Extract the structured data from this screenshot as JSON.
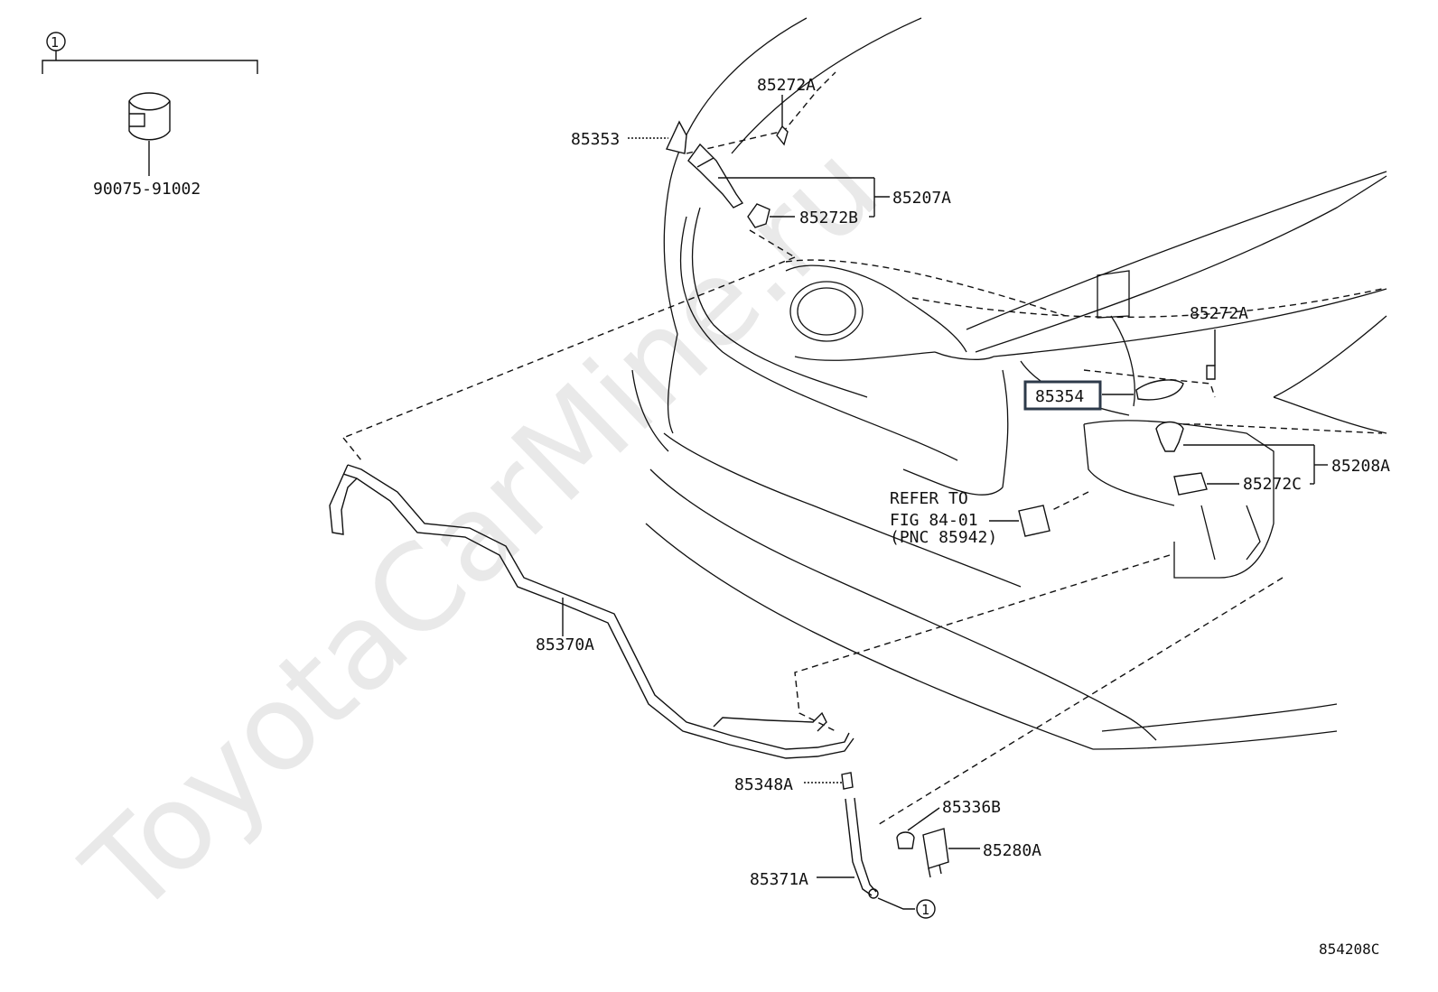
{
  "watermark": "ToyotaCarMine.ru",
  "callouts": {
    "c1_top": "1",
    "c1_bottom": "1"
  },
  "parts": {
    "p90075": "90075-91002",
    "p85272A_top": "85272A",
    "p85353": "85353",
    "p85207A": "85207A",
    "p85272B": "85272B",
    "p85272A_right": "85272A",
    "p85354": "85354",
    "p85208A": "85208A",
    "p85272C": "85272C",
    "p85370A": "85370A",
    "p85348A": "85348A",
    "p85336B": "85336B",
    "p85280A": "85280A",
    "p85371A": "85371A"
  },
  "refer": {
    "line1": "REFER TO",
    "line2": "FIG 84-01",
    "line3": "(PNC 85942)"
  },
  "figure_code": "854208C",
  "highlight_color": "#2d3a4a"
}
